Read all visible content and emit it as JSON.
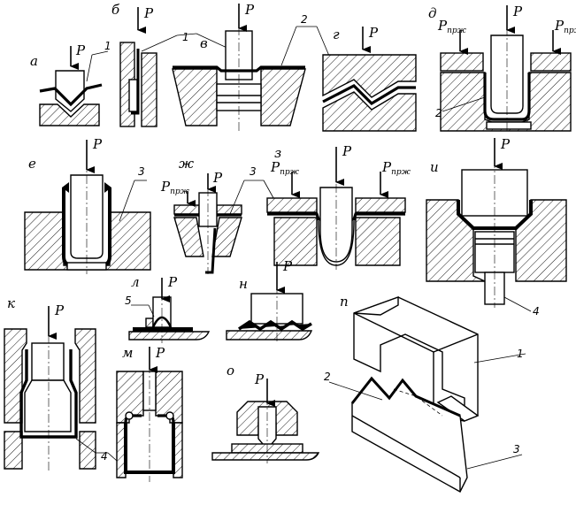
{
  "figure": {
    "force_symbol": "P",
    "holddown_symbol": "P",
    "holddown_subscript": "прж",
    "views": {
      "a": "а",
      "b": "б",
      "v": "в",
      "g": "г",
      "d": "д",
      "e": "е",
      "zh": "ж",
      "z": "з",
      "i": "и",
      "k": "к",
      "l": "л",
      "m": "м",
      "n": "н",
      "o": "о",
      "p": "п"
    },
    "callouts": {
      "one": "1",
      "two": "2",
      "three": "3",
      "four": "4",
      "five": "5"
    }
  },
  "colors": {
    "ink": "#000000",
    "paper": "#ffffff"
  }
}
